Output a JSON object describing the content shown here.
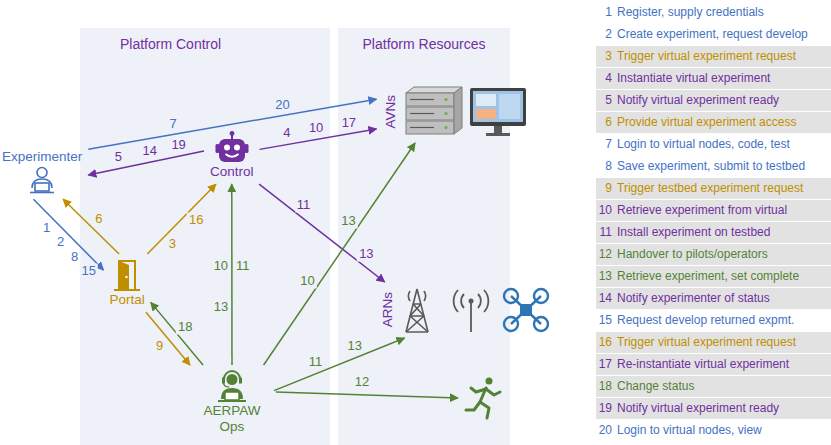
{
  "diagram": {
    "nodes": [
      {
        "text": [
          "Platform Control"
        ]
      },
      {
        "text": [
          "Platform Resources"
        ]
      },
      {
        "text": [
          "Experimenter"
        ]
      },
      {
        "text": [
          "Portal"
        ],
        "in": 0
      },
      {
        "text": [
          "Control"
        ],
        "in": 0
      },
      {
        "text": [
          "AERPAW Ops"
        ],
        "in": 0
      },
      {
        "text": [
          "AVNs"
        ],
        "in": 1
      },
      {
        "text": [
          "ARNs"
        ],
        "in": 1
      }
    ],
    "edges": [
      {
        "from": 2,
        "to": 6,
        "arrow": "to",
        "label": "7"
      },
      {
        "from": 4,
        "to": 2,
        "arrow": "to",
        "label": "5"
      },
      {
        "from": 2,
        "to": 3,
        "arrow": "to",
        "label": "1"
      },
      {
        "from": 3,
        "to": 2,
        "arrow": "to",
        "label": "6"
      },
      {
        "from": 3,
        "to": 4,
        "arrow": "to",
        "label": "3"
      },
      {
        "from": 3,
        "to": 5,
        "arrow": "to",
        "label": "9"
      },
      {
        "from": 5,
        "to": 3,
        "arrow": "to",
        "label": "18"
      },
      {
        "from": 4,
        "to": 6,
        "arrow": "to",
        "label": "4"
      },
      {
        "from": 4,
        "to": 7,
        "arrow": "to",
        "label": "11"
      },
      {
        "from": 5,
        "to": 4,
        "arrow": "to",
        "label": "10"
      },
      {
        "from": 5,
        "to": 6,
        "arrow": "to",
        "label": "10"
      },
      {
        "from": 5,
        "to": 7,
        "arrow": "to",
        "label": "11"
      }
    ],
    "labels": [
      "20",
      "14",
      "19",
      "2",
      "8",
      "15",
      "16",
      "10",
      "17",
      "13",
      "11",
      "13",
      "13",
      "13",
      "12",
      "1",
      "Register, supply credentials",
      "2",
      "Create experiment, request develop",
      "3",
      "Trigger virtual experiment request",
      "4",
      "Instantiate virtual experiment",
      "5",
      "Notify virtual experiment ready",
      "6",
      "Provide virtual experiment access",
      "7",
      "Login to virtual nodes, code, test",
      "8",
      "Save experiment, submit to testbed",
      "9",
      "Trigger testbed experiment request",
      "10",
      "Retrieve experiment from virtual",
      "11",
      "Install experiment on testbed",
      "12",
      "Handover to pilots/operators",
      "13",
      "Retrieve experiment, set complete",
      "14",
      "Notify experimenter of status",
      "15",
      "Request develop returned expmt.",
      "16",
      "Trigger virtual experiment request",
      "17",
      "Re-instantiate virtual experiment",
      "18",
      "Change status",
      "19",
      "Notify virtual experiment ready",
      "20",
      "Login to virtual nodes, view"
    ]
  }
}
